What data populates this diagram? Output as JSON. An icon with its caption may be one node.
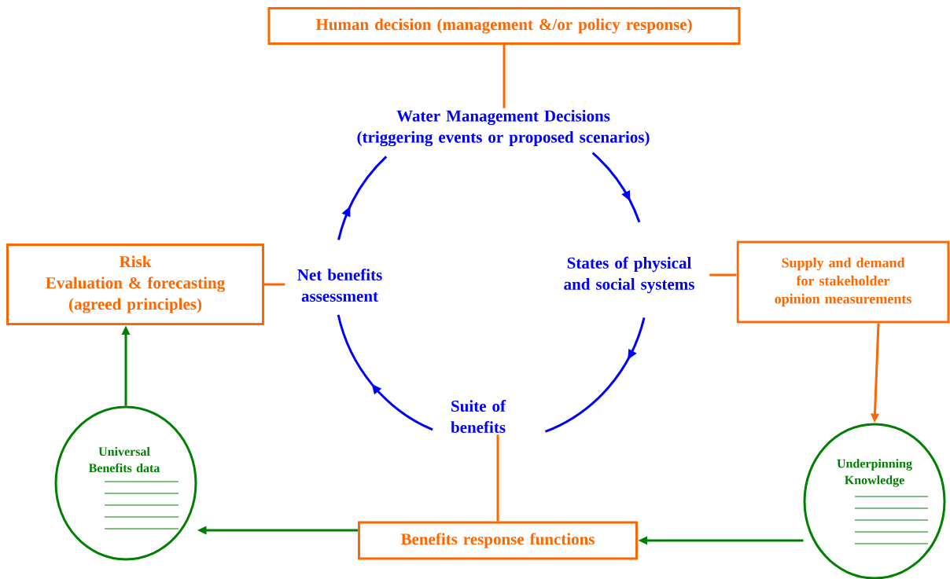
{
  "diagram": {
    "nodes": [
      {
        "text": [
          "Human decision (management &/or policy response)"
        ]
      },
      {
        "text": [
          "Water Management Decisions",
          "(triggering events or proposed scenarios)"
        ]
      },
      {
        "text": [
          "States of physical and social systems"
        ]
      },
      {
        "text": [
          "Supply and demand for stakeholder opinion measurements"
        ]
      },
      {
        "text": [
          "Net benefits assessment"
        ]
      },
      {
        "text": [
          "Risk",
          "Evaluation & forecasting (agreed principles)"
        ]
      },
      {
        "text": [
          "Suite of benefits"
        ]
      },
      {
        "text": [
          "Universal Benefits data"
        ]
      },
      {
        "text": [
          "Underpinning Knowledge"
        ]
      },
      {
        "text": [
          "Benefits response functions"
        ]
      }
    ],
    "edges": [
      {
        "from": 0,
        "to": 1,
        "arrow": "none"
      },
      {
        "from": 1,
        "to": 2,
        "arrow": "to",
        "color": "#0000ff"
      },
      {
        "from": 2,
        "to": 6,
        "arrow": "to",
        "color": "#0000ff"
      },
      {
        "from": 6,
        "to": 4,
        "arrow": "to",
        "color": "#0000ff"
      },
      {
        "from": 4,
        "to": 1,
        "arrow": "to",
        "color": "#0000ff"
      },
      {
        "from": 5,
        "to": 4,
        "arrow": "none"
      },
      {
        "from": 2,
        "to": 3,
        "arrow": "none"
      },
      {
        "from": 6,
        "to": 9,
        "arrow": "none"
      },
      {
        "from": 3,
        "to": 8,
        "arrow": "to"
      },
      {
        "from": 8,
        "to": 9,
        "arrow": "to",
        "color": "#008000"
      },
      {
        "from": 9,
        "to": 7,
        "arrow": "to",
        "color": "#008000"
      },
      {
        "from": 7,
        "to": 5,
        "arrow": "to",
        "color": "#008000"
      }
    ]
  }
}
